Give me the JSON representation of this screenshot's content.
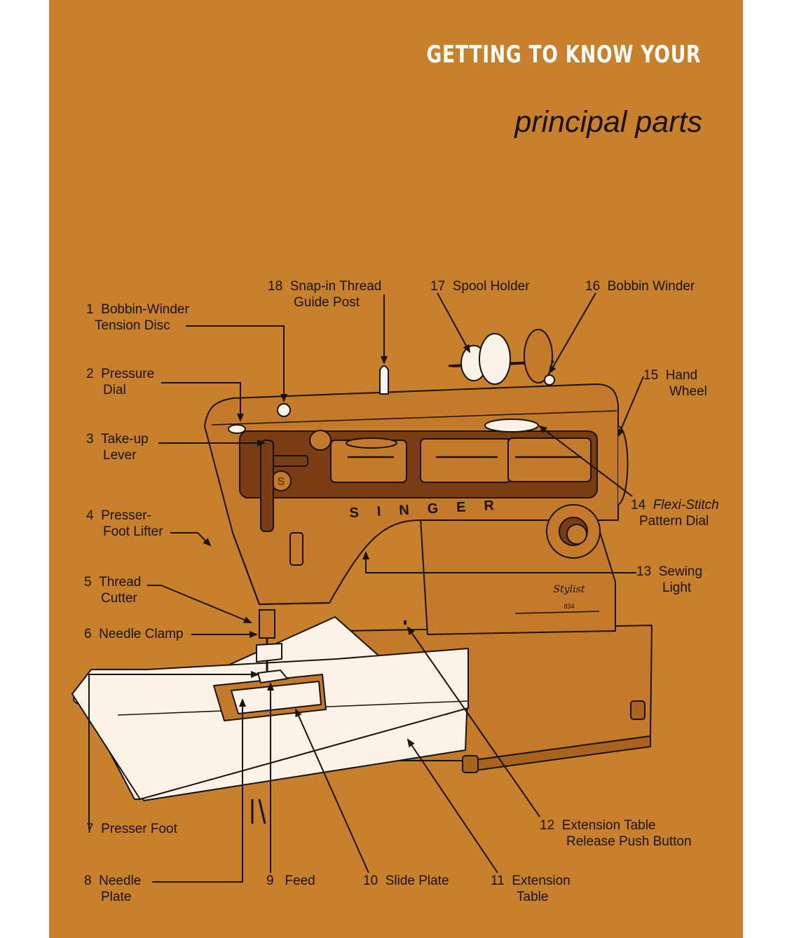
{
  "header": {
    "title": "GETTING TO KNOW YOUR",
    "subtitle": "principal parts"
  },
  "machine": {
    "brand": "SINGER",
    "model": "Stylist",
    "model_number": "834"
  },
  "colors": {
    "page": "#c9802a",
    "machine_body": "#c47a28",
    "panel": "#7a3c12",
    "table": "#fbf4e6",
    "ink": "#1a1208",
    "heading": "#ffffff"
  },
  "parts": [
    {
      "num": "1",
      "line1": "Bobbin-Winder",
      "line2": "Tension Disc"
    },
    {
      "num": "2",
      "line1": "Pressure",
      "line2": "Dial"
    },
    {
      "num": "3",
      "line1": "Take-up",
      "line2": "Lever"
    },
    {
      "num": "4",
      "line1": "Presser-",
      "line2": "Foot Lifter"
    },
    {
      "num": "5",
      "line1": "Thread",
      "line2": "Cutter"
    },
    {
      "num": "6",
      "line1": "Needle Clamp",
      "line2": ""
    },
    {
      "num": "7",
      "line1": "Presser Foot",
      "line2": ""
    },
    {
      "num": "8",
      "line1": "Needle",
      "line2": "Plate"
    },
    {
      "num": "9",
      "line1": "Feed",
      "line2": ""
    },
    {
      "num": "10",
      "line1": "Slide Plate",
      "line2": ""
    },
    {
      "num": "11",
      "line1": "Extension",
      "line2": "Table"
    },
    {
      "num": "12",
      "line1": "Extension Table",
      "line2": "Release Push Button"
    },
    {
      "num": "13",
      "line1": "Sewing",
      "line2": "Light"
    },
    {
      "num": "14",
      "line1": "Flexi-Stitch",
      "line2": "Pattern Dial"
    },
    {
      "num": "15",
      "line1": "Hand",
      "line2": "Wheel"
    },
    {
      "num": "16",
      "line1": "Bobbin Winder",
      "line2": ""
    },
    {
      "num": "17",
      "line1": "Spool Holder",
      "line2": ""
    },
    {
      "num": "18",
      "line1": "Snap-in Thread",
      "line2": "Guide Post"
    }
  ]
}
